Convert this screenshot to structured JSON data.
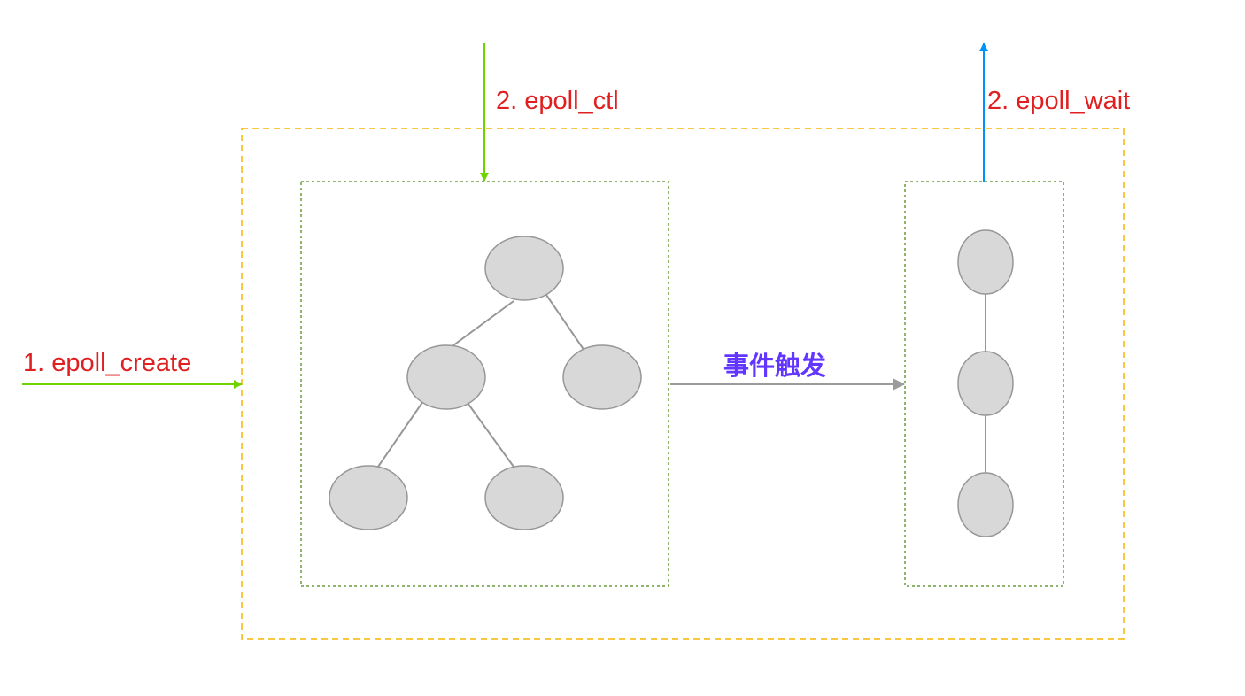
{
  "labels": {
    "create": "1. epoll_create",
    "ctl": "2. epoll_ctl",
    "wait": "2. epoll_wait",
    "event": "事件触发"
  },
  "colors": {
    "label_red": "#e02020",
    "event_purple": "#6236ff",
    "arrow_green": "#6dd400",
    "arrow_blue": "#0091ff",
    "arrow_gray": "#9b9b9b",
    "outer_border": "#f7b500",
    "inner_border": "#6d9c3c",
    "node_fill": "#d8d8d8",
    "node_stroke": "#979797"
  }
}
